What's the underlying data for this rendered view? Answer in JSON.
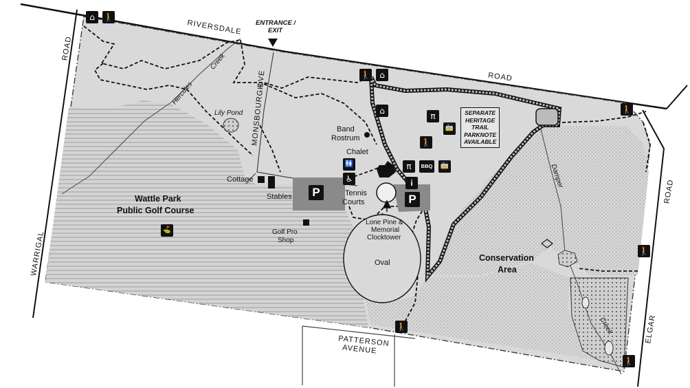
{
  "roads": {
    "riversdale": "RIVERSDALE",
    "road_top": "ROAD",
    "road_left": "ROAD",
    "warrigal": "WARRIGAL",
    "road_right": "ROAD",
    "elgar": "ELGAR",
    "monsbourgh": "MONSBOURGH",
    "dve": "DVE",
    "patterson": "PATTERSON",
    "avenue": "AVENUE"
  },
  "entrance": {
    "line1": "ENTRANCE /",
    "line2": "EXIT"
  },
  "places": {
    "lily_pond": "Lily Pond",
    "hercules": "Hercules",
    "creek_top": "Creek",
    "band_rostrum_1": "Band",
    "band_rostrum_2": "Rostrum",
    "chalet": "Chalet",
    "cottage": "Cottage",
    "stables": "Stables",
    "tennis_1": "Tennis",
    "tennis_2": "Courts",
    "golf_course_1": "Wattle Park",
    "golf_course_2": "Public Golf Course",
    "golf_pro_1": "Golf Pro",
    "golf_pro_2": "Shop",
    "lone_pine_1": "Lone Pine &",
    "lone_pine_2": "Memorial",
    "lone_pine_3": "Clocktower",
    "oval": "Oval",
    "conservation_1": "Conservation",
    "conservation_2": "Area",
    "damper": "Damper",
    "creek_bottom": "Creek"
  },
  "heritage_note": [
    "SEPARATE",
    "HERITAGE",
    "TRAIL",
    "PARKNOTE",
    "AVAILABLE"
  ],
  "icons": {
    "parking": "P",
    "info": "i",
    "bbq": "BBQ",
    "walker": "🚶",
    "shelter": "⌂",
    "picnic": "π",
    "toilets": "🚻",
    "accessible": "♿",
    "tram": "🚋"
  },
  "colors": {
    "park": "#d9d9d9",
    "golf_hatch": "#bdbdbd",
    "car_park": "#8a8a8a",
    "outline": "#111111"
  }
}
